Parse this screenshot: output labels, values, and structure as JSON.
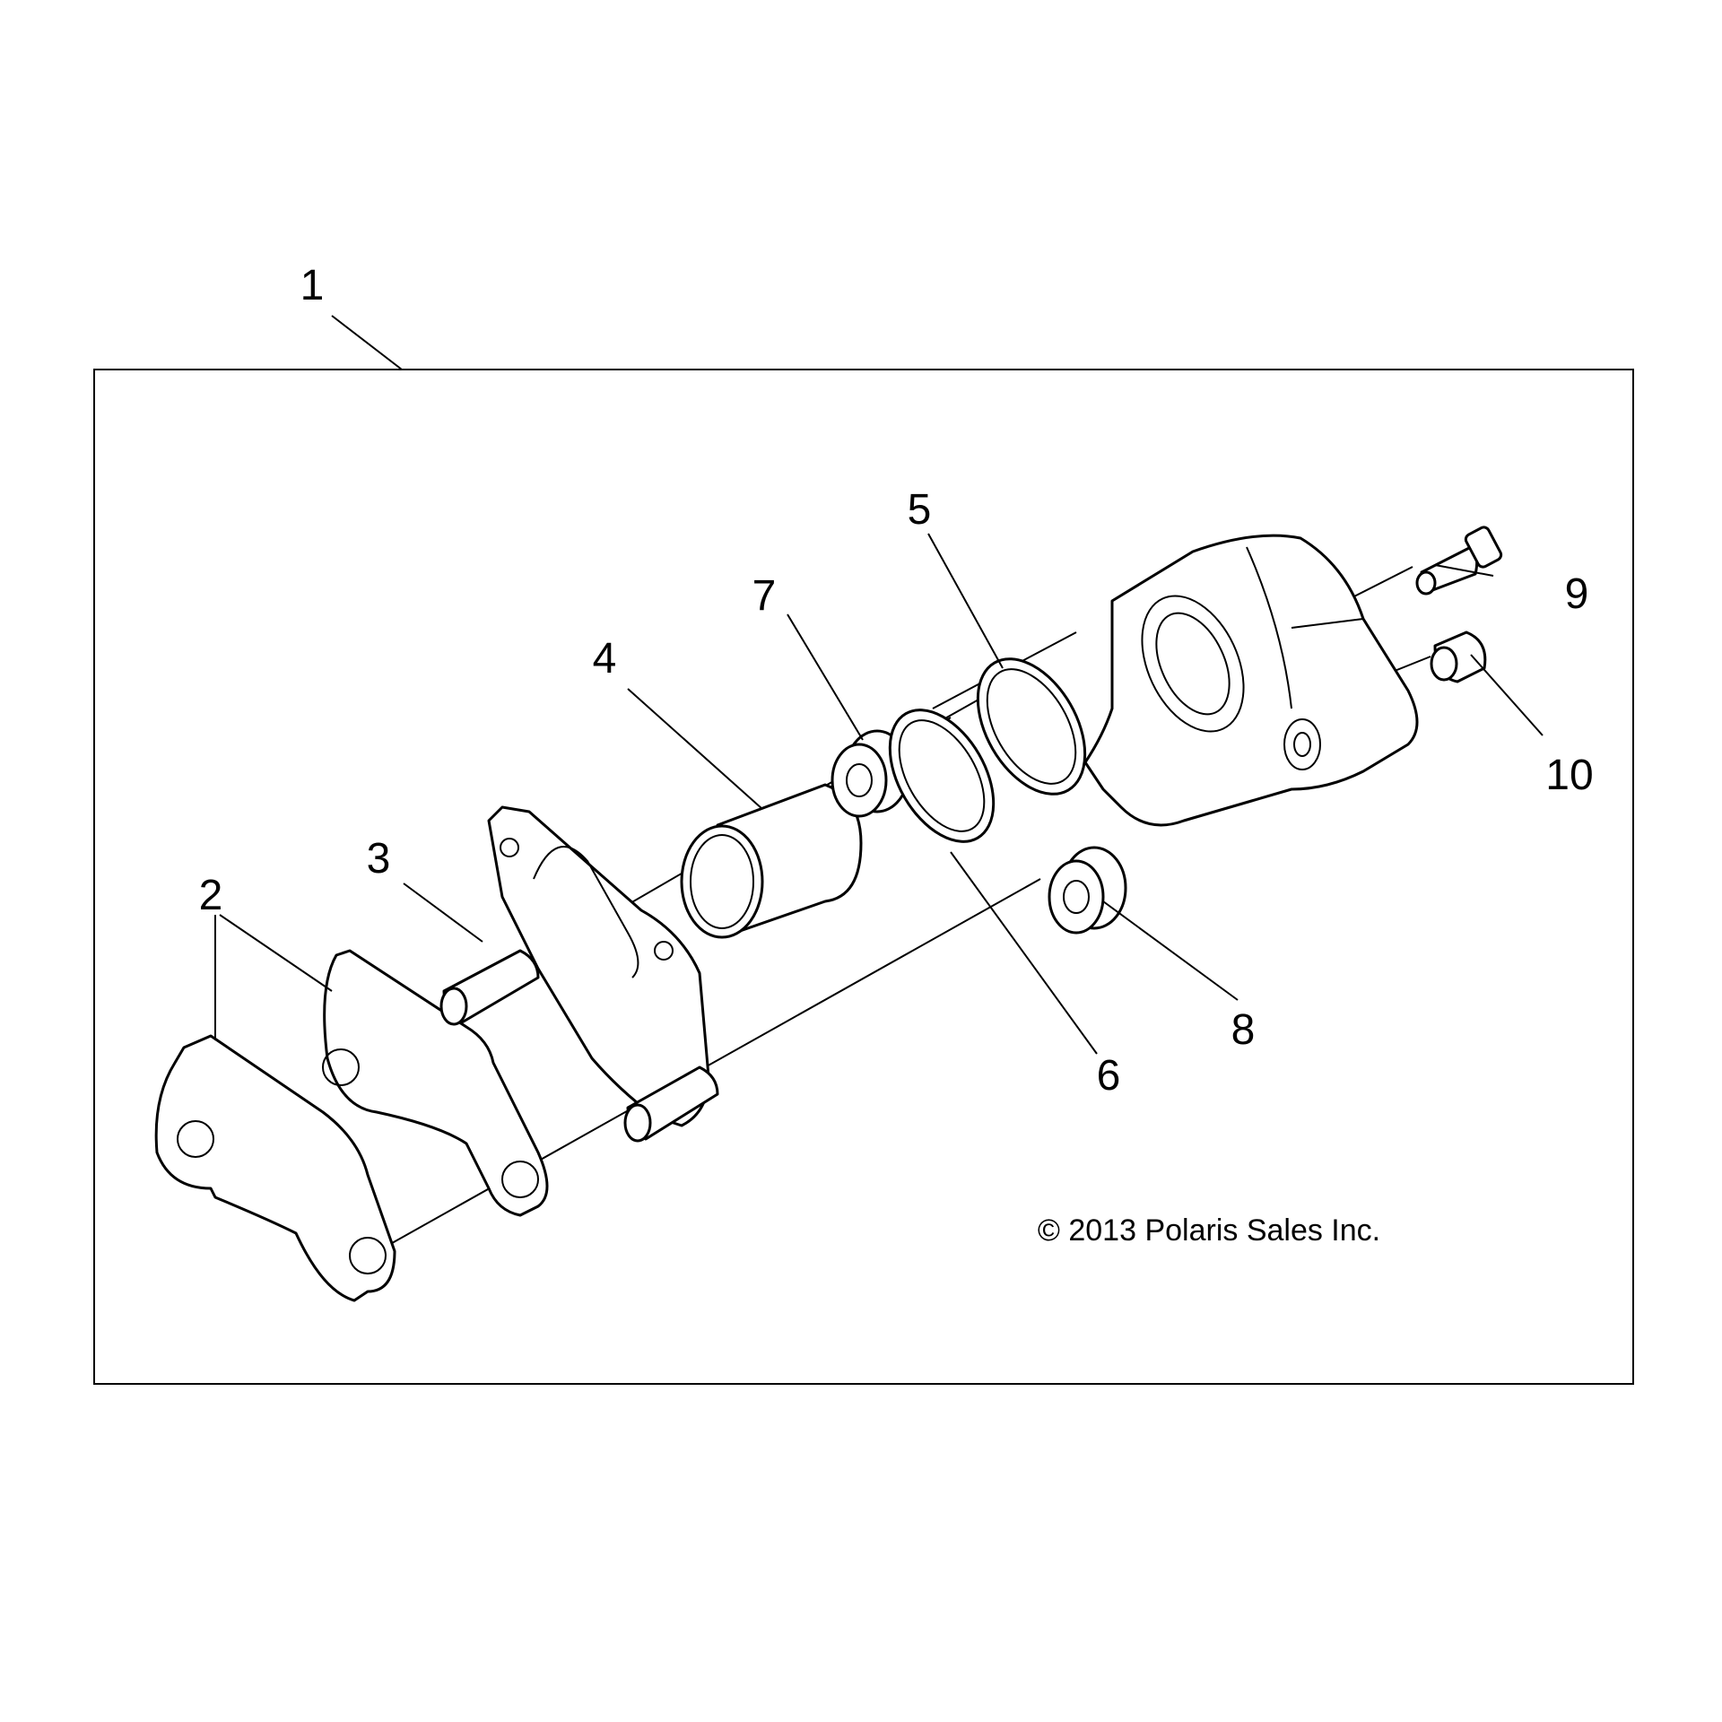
{
  "diagram": {
    "copyright": "© 2013 Polaris Sales Inc.",
    "callouts": {
      "c1": "1",
      "c2": "2",
      "c3": "3",
      "c4": "4",
      "c5": "5",
      "c6": "6",
      "c7": "7",
      "c8": "8",
      "c9": "9",
      "c10": "10"
    }
  }
}
